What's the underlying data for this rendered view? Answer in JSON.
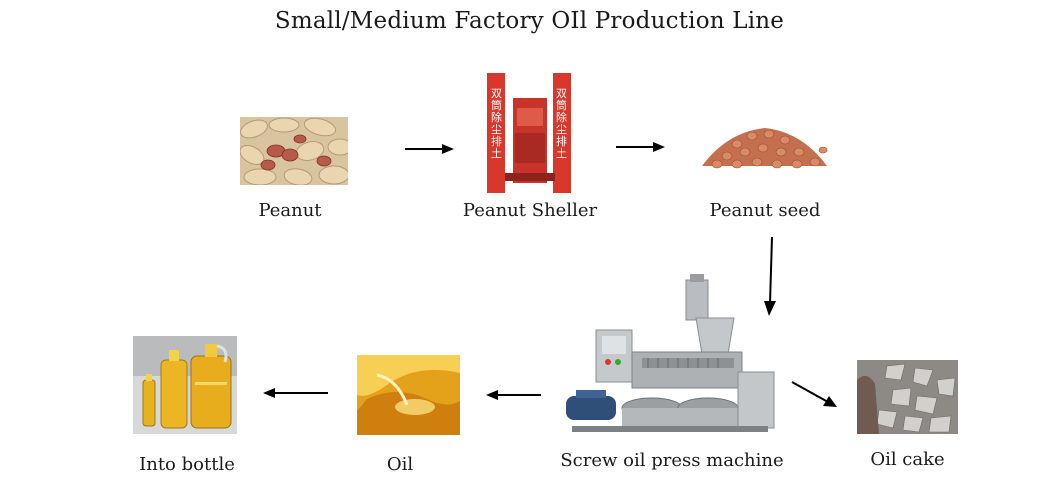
{
  "title": "Small/Medium Factory OIl Production Line",
  "steps": {
    "peanut": "Peanut",
    "sheller": "Peanut Sheller",
    "seed": "Peanut seed",
    "press": "Screw oil press machine",
    "cake": "Oil cake",
    "oil": "Oil",
    "bottle": "Into bottle"
  },
  "sheller_sign": "双筒除尘排土"
}
